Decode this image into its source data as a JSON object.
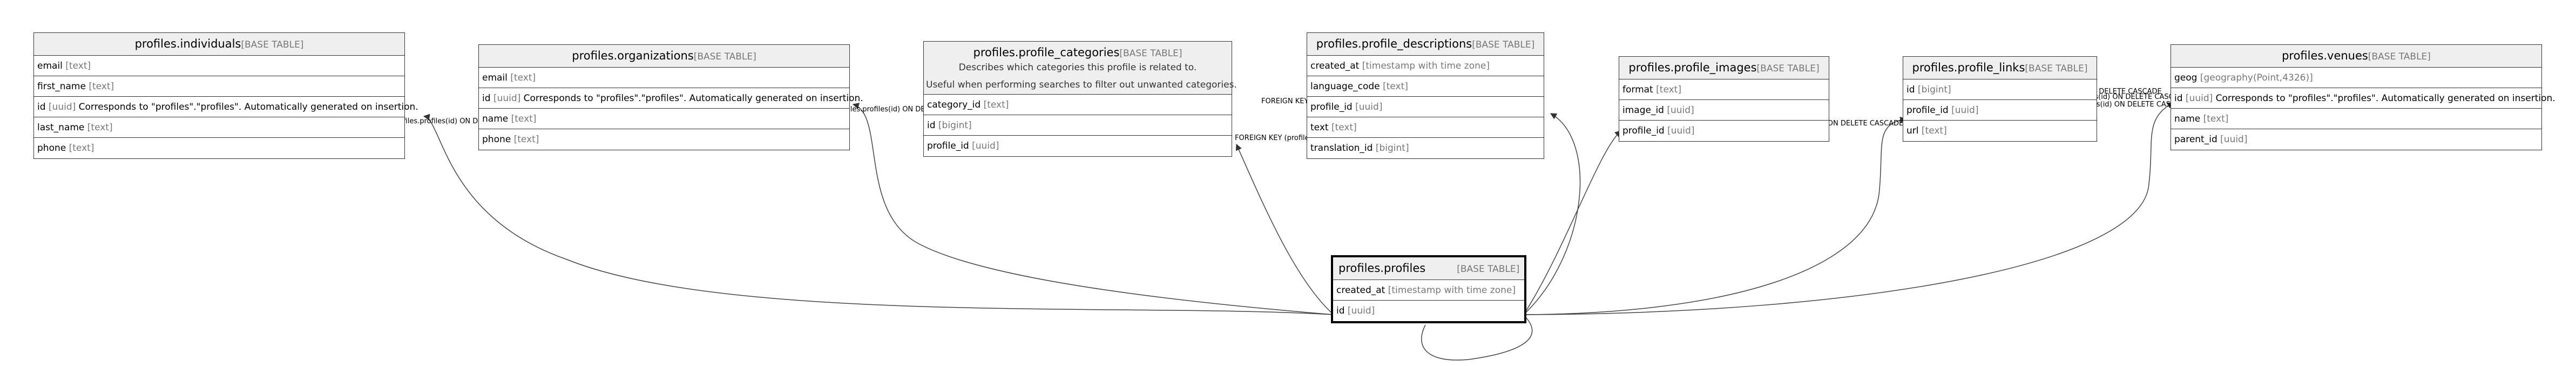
{
  "tables": [
    {
      "id": "individuals",
      "name": "profiles.individuals",
      "type": "[BASE TABLE]",
      "comment": "",
      "main": false,
      "columns": [
        {
          "name": "email",
          "type": "[text]"
        },
        {
          "name": "first_name",
          "type": "[text]"
        },
        {
          "name": "id",
          "type": "[uuid]",
          "desc": "Corresponds to \"profiles\".\"profiles\". Automatically generated on insertion."
        },
        {
          "name": "last_name",
          "type": "[text]"
        },
        {
          "name": "phone",
          "type": "[text]"
        }
      ]
    },
    {
      "id": "organizations",
      "name": "profiles.organizations",
      "type": "[BASE TABLE]",
      "comment": "",
      "main": false,
      "columns": [
        {
          "name": "email",
          "type": "[text]"
        },
        {
          "name": "id",
          "type": "[uuid]",
          "desc": "Corresponds to \"profiles\".\"profiles\". Automatically generated on insertion."
        },
        {
          "name": "name",
          "type": "[text]"
        },
        {
          "name": "phone",
          "type": "[text]"
        }
      ]
    },
    {
      "id": "profile_categories",
      "name": "profiles.profile_categories",
      "type": "[BASE TABLE]",
      "comment": "Describes which categories this profile is related to.",
      "comment2": "Useful when performing searches to filter out unwanted categories.",
      "main": false,
      "columns": [
        {
          "name": "category_id",
          "type": "[text]"
        },
        {
          "name": "id",
          "type": "[bigint]"
        },
        {
          "name": "profile_id",
          "type": "[uuid]"
        }
      ]
    },
    {
      "id": "profile_descriptions",
      "name": "profiles.profile_descriptions",
      "type": "[BASE TABLE]",
      "comment": "",
      "main": false,
      "columns": [
        {
          "name": "created_at",
          "type": "[timestamp with time zone]"
        },
        {
          "name": "language_code",
          "type": "[text]"
        },
        {
          "name": "profile_id",
          "type": "[uuid]"
        },
        {
          "name": "text",
          "type": "[text]"
        },
        {
          "name": "translation_id",
          "type": "[bigint]"
        }
      ]
    },
    {
      "id": "profile_images",
      "name": "profiles.profile_images",
      "type": "[BASE TABLE]",
      "comment": "",
      "main": false,
      "columns": [
        {
          "name": "format",
          "type": "[text]"
        },
        {
          "name": "image_id",
          "type": "[uuid]"
        },
        {
          "name": "profile_id",
          "type": "[uuid]"
        }
      ]
    },
    {
      "id": "profile_links",
      "name": "profiles.profile_links",
      "type": "[BASE TABLE]",
      "comment": "",
      "main": false,
      "columns": [
        {
          "name": "id",
          "type": "[bigint]"
        },
        {
          "name": "profile_id",
          "type": "[uuid]"
        },
        {
          "name": "url",
          "type": "[text]"
        }
      ]
    },
    {
      "id": "venues",
      "name": "profiles.venues",
      "type": "[BASE TABLE]",
      "comment": "",
      "main": false,
      "columns": [
        {
          "name": "geog",
          "type": "[geography(Point,4326)]"
        },
        {
          "name": "id",
          "type": "[uuid]",
          "desc": "Corresponds to \"profiles\".\"profiles\". Automatically generated on insertion."
        },
        {
          "name": "name",
          "type": "[text]"
        },
        {
          "name": "parent_id",
          "type": "[uuid]"
        }
      ]
    },
    {
      "id": "profiles",
      "name": "profiles.profiles",
      "type": "[BASE TABLE]",
      "comment": "",
      "main": true,
      "columns": [
        {
          "name": "created_at",
          "type": "[timestamp with time zone]"
        },
        {
          "name": "id",
          "type": "[uuid]"
        }
      ]
    }
  ],
  "edges": [
    {
      "from": "individuals",
      "label": "FOREIGN KEY (id) REFERENCES profiles.profiles(id) ON DELETE CASCADE"
    },
    {
      "from": "organizations",
      "label": "FOREIGN KEY (id) REFERENCES profiles.profiles(id) ON DELETE CASCADE"
    },
    {
      "from": "profile_categories",
      "label": "FOREIGN KEY (profile_id) REFERENCES profiles.profiles(id) ON DELETE CASCADE"
    },
    {
      "from": "profile_descriptions",
      "label": "FOREIGN KEY (profile_id) REFERENCES profiles.profiles(id) ON DELETE CASCADE"
    },
    {
      "from": "profile_images",
      "label": "FOREIGN KEY (profile_id) REFERENCES profiles.profiles(id) ON DELETE CASCADE"
    },
    {
      "from": "profile_links",
      "label": "FOREIGN KEY (profile_id) REFERENCES profiles.profiles(id) ON DELETE CASCADE"
    },
    {
      "from": "venues",
      "label": "FOREIGN KEY (id) REFERENCES profiles.profiles(id) ON DELETE CASCADE"
    },
    {
      "from": "venues_parent",
      "label": "FOREIGN KEY (parent_id) REFERENCES profiles.profiles(id) ON DELETE CASCADE"
    }
  ]
}
